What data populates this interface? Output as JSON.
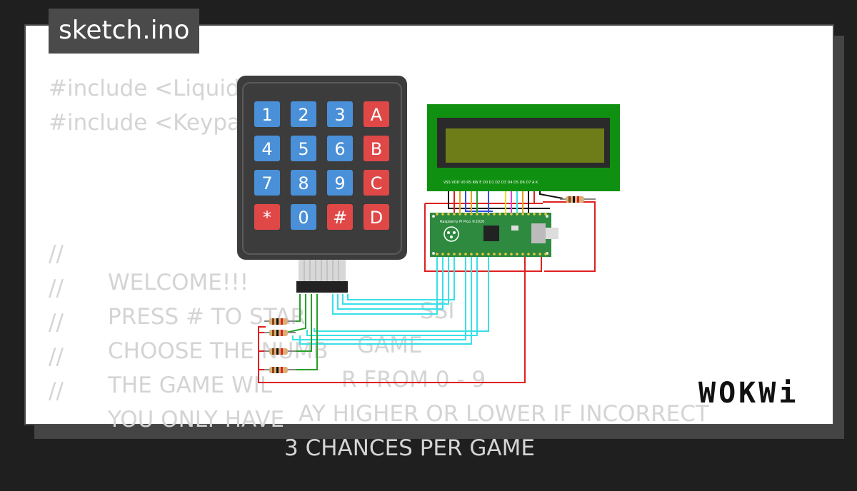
{
  "file_tab": {
    "label": "sketch.ino"
  },
  "code": {
    "includes": [
      "#include <LiquidC",
      "#include <Keypad"
    ],
    "comments": [
      {
        "mark": "//",
        "text": "WELCOME!!!",
        "tail": "SSI"
      },
      {
        "mark": "//",
        "text": "PRESS # TO STAR",
        "tail": "GAME"
      },
      {
        "mark": "//",
        "text": "CHOOSE THE NUMB",
        "tail": "R FROM 0 - 9"
      },
      {
        "mark": "//",
        "text": "THE GAME WIL",
        "tail": "AY HIGHER OR LOWER IF INCORRECT"
      },
      {
        "mark": "//",
        "text": "YOU ONLY HAVE",
        "tail": "3 CHANCES PER GAME"
      }
    ]
  },
  "keypad": {
    "keys": [
      "1",
      "2",
      "3",
      "A",
      "4",
      "5",
      "6",
      "B",
      "7",
      "8",
      "9",
      "C",
      "*",
      "0",
      "#",
      "D"
    ],
    "colors": {
      "number": "#4a90d9",
      "letter": "#e04848",
      "symbol": "#e04848",
      "body": "#3c3c3c"
    }
  },
  "lcd": {
    "pin_labels": "VSS VDD V0 RS RW E D0 D1 D2 D3 D4 D5 D6 D7 A K",
    "colors": {
      "frame": "#109010",
      "screen": "#6e7d18"
    }
  },
  "pico": {
    "label": "Raspberry Pi Pico ©2020",
    "color": "#2d8a3e"
  },
  "brand": {
    "name": "WOKWi"
  }
}
